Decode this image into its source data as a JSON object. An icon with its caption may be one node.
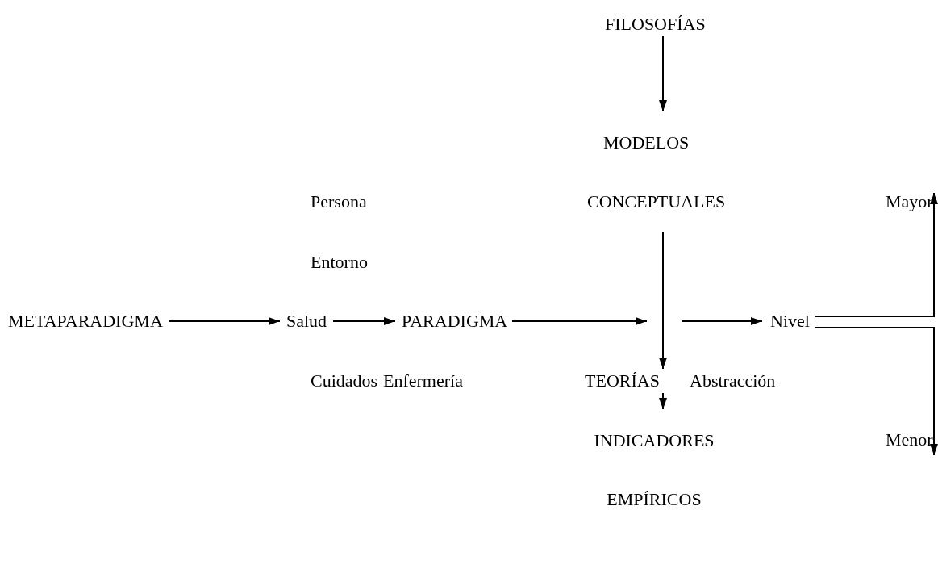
{
  "diagram": {
    "nodes": [
      {
        "text": [
          "FILOSOFÍAS"
        ]
      },
      {
        "text": [
          "MODELOS CONCEPTUALES"
        ]
      },
      {
        "text": [
          "METAPARADIGMA"
        ]
      },
      {
        "text": [
          "Salud"
        ]
      },
      {
        "text": [
          "PARADIGMA"
        ]
      },
      {
        "text": [
          "Nivel"
        ]
      },
      {
        "text": [
          "Mayor"
        ]
      },
      {
        "text": [
          "TEORÍAS"
        ]
      },
      {
        "text": [
          "INDICADORES EMPÍRICOS"
        ]
      },
      {
        "text": [
          "Menor"
        ]
      }
    ],
    "edges": [
      {
        "from": 0,
        "to": 1,
        "arrow": "to"
      },
      {
        "from": 2,
        "to": 3,
        "arrow": "to"
      },
      {
        "from": 3,
        "to": 4,
        "arrow": "to"
      },
      {
        "from": 4,
        "to": null,
        "arrow": "to"
      },
      {
        "from": null,
        "to": 5,
        "arrow": "to"
      },
      {
        "from": 1,
        "to": 7,
        "arrow": "to"
      },
      {
        "from": 7,
        "to": 8,
        "arrow": "to"
      },
      {
        "from": 5,
        "to": 6,
        "arrow": "to"
      },
      {
        "from": 5,
        "to": 9,
        "arrow": "to"
      }
    ],
    "labels": [
      "Persona",
      "Entorno",
      "Cuidados",
      "Enfermería",
      "Abstracción"
    ]
  }
}
